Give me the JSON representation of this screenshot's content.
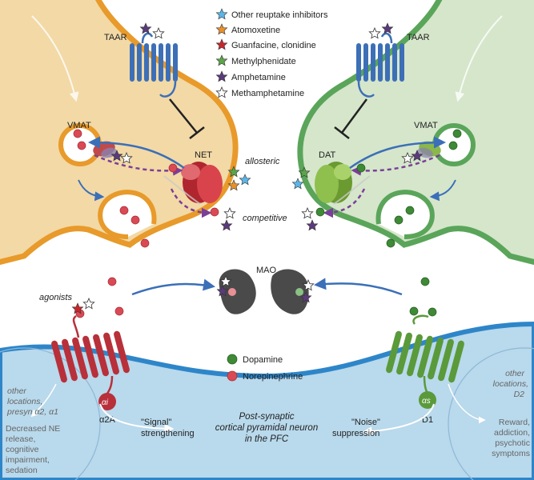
{
  "legend": {
    "drugs": [
      {
        "label": "Other reuptake inhibitors",
        "color": "#5bb6e8"
      },
      {
        "label": "Atomoxetine",
        "color": "#e8902a"
      },
      {
        "label": "Guanfacine, clonidine",
        "color": "#c8262c"
      },
      {
        "label": "Methylphenidate",
        "color": "#5aa548"
      },
      {
        "label": "Amphetamine",
        "color": "#5a3a7a"
      },
      {
        "label": "Methamphetamine",
        "color": "#ffffff"
      }
    ],
    "neurotransmitters": [
      {
        "label": "Dopamine",
        "color": "#3e8a36"
      },
      {
        "label": "Norepinephrine",
        "color": "#d94a55"
      }
    ]
  },
  "labels": {
    "taar_left": "TAAR",
    "taar_right": "TAAR",
    "vmat_left": "VMAT",
    "vmat_right": "VMAT",
    "net": "NET",
    "dat": "DAT",
    "allosteric": "allosteric",
    "competitive": "competitive",
    "mao": "MAO",
    "agonists": "agonists",
    "alpha_i": "αi",
    "alpha_s": "αs",
    "alpha2a": "α2A",
    "d1": "D1",
    "signal_line1": "\"Signal\"",
    "signal_line2": "strengthening",
    "noise_line1": "\"Noise\"",
    "noise_line2": "suppression",
    "post_line1": "Post-synaptic",
    "post_line2": "cortical pyramidal neuron",
    "post_line3": "in the PFC",
    "left_other_line1": "other",
    "left_other_line2": "locations,",
    "left_other_line3": "presyn α2, α1",
    "left_effect_line1": "Decreased NE",
    "left_effect_line2": "release,",
    "left_effect_line3": "cognitive",
    "left_effect_line4": "impairment,",
    "left_effect_line5": "sedation",
    "right_other_line1": "other",
    "right_other_line2": "locations,",
    "right_other_line3": "D2",
    "right_effect_line1": "Reward,",
    "right_effect_line2": "addiction,",
    "right_effect_line3": "psychotic",
    "right_effect_line4": "symptoms"
  },
  "colors": {
    "ne_terminal_fill": "#f2d9a6",
    "ne_terminal_border": "#e89a2a",
    "da_terminal_fill": "#d5e6cb",
    "da_terminal_border": "#5aa55a",
    "postsynaptic_fill": "#b9d9ec",
    "postsynaptic_border": "#2e86c9",
    "taar_receptor": "#3d6fb6",
    "net_transporter": "#c8323a",
    "dat_transporter": "#7cb342",
    "mao_enzyme": "#4a4a4a",
    "alpha2a_receptor": "#b8303a",
    "d1_receptor": "#5a9a3a"
  }
}
